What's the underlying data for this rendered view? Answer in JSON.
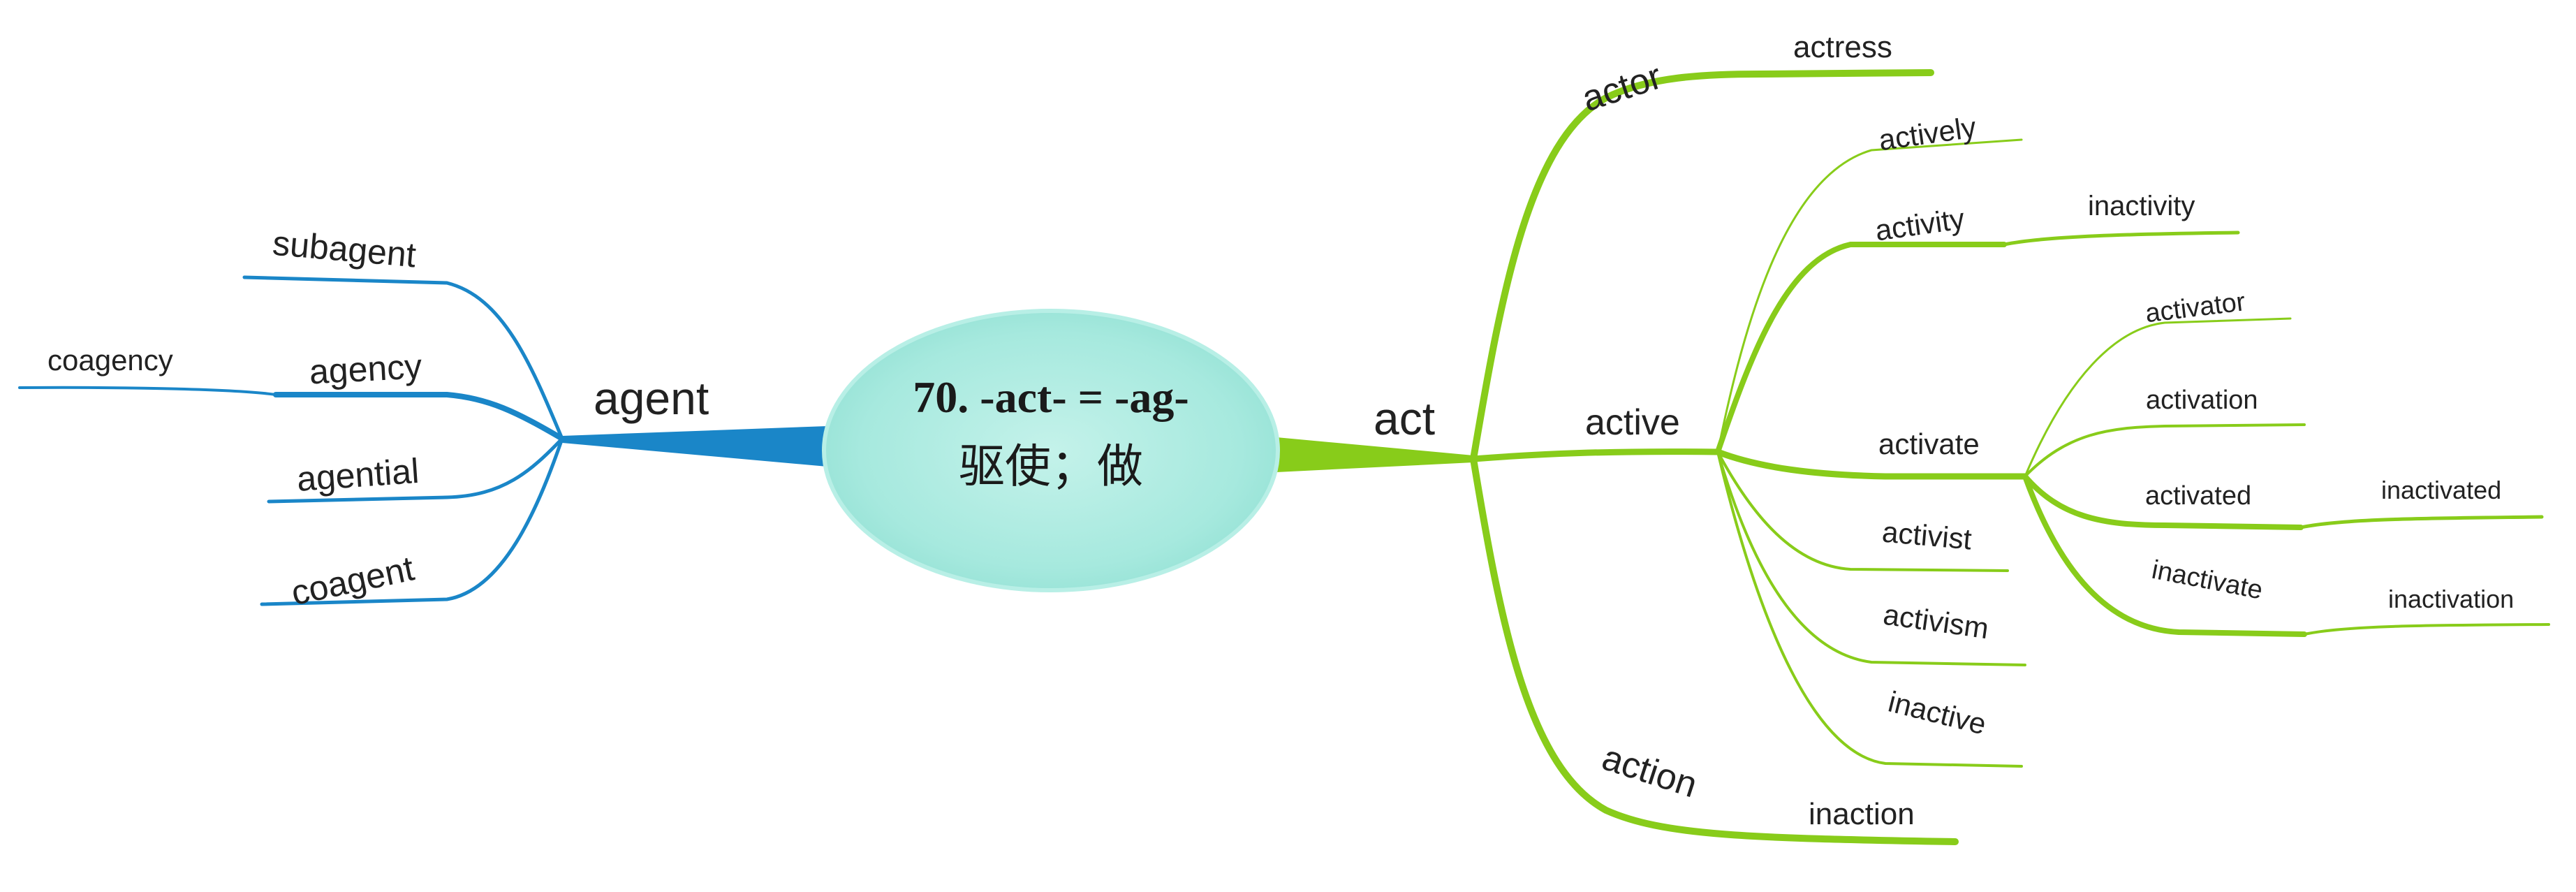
{
  "center": {
    "title": "70. -act- = -ag-",
    "subtitle": "驱使；做"
  },
  "colors": {
    "left_branch": "#1a86c8",
    "right_branch": "#88cc1a",
    "center_fill": "#a8eadf"
  },
  "left": {
    "root": "agent",
    "children": {
      "subagent": "subagent",
      "agency": "agency",
      "coagency": "coagency",
      "agential": "agential",
      "coagent": "coagent"
    }
  },
  "right": {
    "root": "act",
    "actor": "actor",
    "actress": "actress",
    "active": "active",
    "actively": "actively",
    "activity": "activity",
    "inactivity": "inactivity",
    "activate": "activate",
    "activator": "activator",
    "activation": "activation",
    "activated": "activated",
    "inactivated": "inactivated",
    "inactivate": "inactivate",
    "inactivation": "inactivation",
    "activist": "activist",
    "activism": "activism",
    "inactive": "inactive",
    "action": "action",
    "inaction": "inaction"
  }
}
